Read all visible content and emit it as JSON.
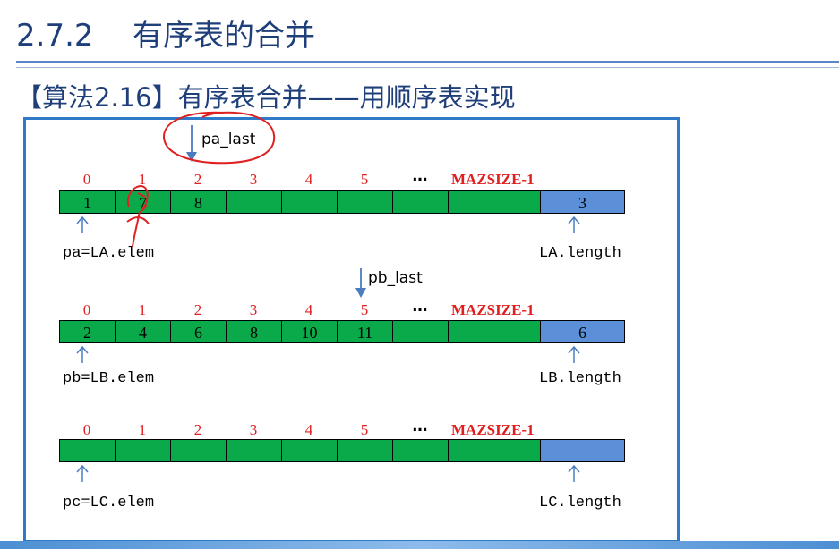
{
  "header": {
    "number": "2.7.2",
    "title": "有序表的合并"
  },
  "subtitle": "【算法2.16】有序表合并——用顺序表实现",
  "indices": [
    "0",
    "1",
    "2",
    "3",
    "4",
    "5",
    "…",
    "MAZSIZE-1"
  ],
  "arrays": [
    {
      "cells": [
        "1",
        "7",
        "8",
        "",
        "",
        "",
        "",
        ""
      ],
      "length": "3",
      "pointer_label": "pa=LA.elem",
      "length_label": "LA.length"
    },
    {
      "cells": [
        "2",
        "4",
        "6",
        "8",
        "10",
        "11",
        "",
        ""
      ],
      "length": "6",
      "pointer_label": "pb=LB.elem",
      "length_label": "LB.length"
    },
    {
      "cells": [
        "",
        "",
        "",
        "",
        "",
        "",
        "",
        ""
      ],
      "length": "",
      "pointer_label": "pc=LC.elem",
      "length_label": "LC.length"
    }
  ],
  "pointers": {
    "pa_last": "pa_last",
    "pb_last": "pb_last"
  },
  "colors": {
    "cell": "#0aa94a",
    "length_cell": "#5b8fd8",
    "index": "#e02020",
    "annotation": "#e02020",
    "title": "#1f3f7a",
    "frame": "#2f7ac8"
  }
}
